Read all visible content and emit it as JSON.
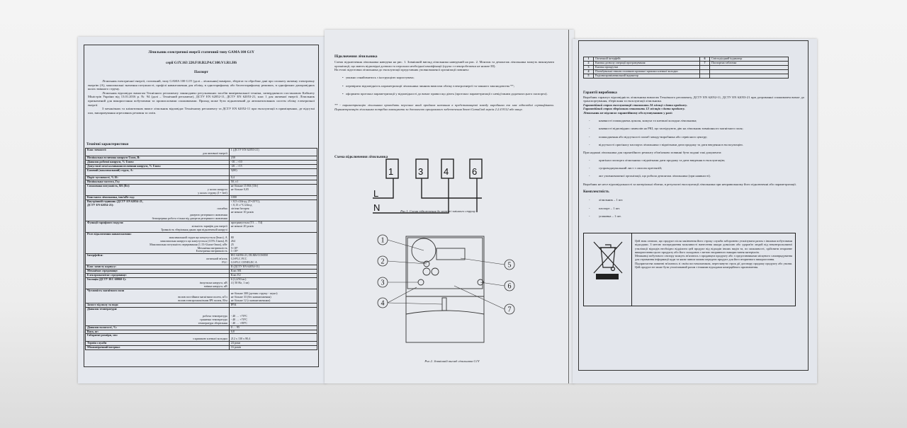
{
  "left_page": {
    "title": "Лічильник електричної енергії статичний  типу GAMA 100 G1Y",
    "series": "серії G1Y.163 220.F18.B2.P4.C100.V1.R1.H6",
    "heading": "Паспорт",
    "intro": [
      "Лічильник електричної енергії, статичний, типу GAMA 100 G1Y (далі – лічильник) вимірює, зберігає та обробляє дані про спожиту активну електричну енергію (A), максимальні значення потужності, профілі навантаження для обліку, в однотарифному або багатотарифному режимах, в однофазних двопровідних колах змінного струму.",
      "Лічильник відповідає вимогам Технічного регламенту законодавчо регульованих засобів вимірювальної техніки, затвердженого постановою Кабінету Міністрів України від 13.01.2016 р. № 94 (далі – Технічний регламент), ДСТУ EN 62052-11, ДСТУ EN 62053-21, клас 1 для активної енергії. Лічильник призначений для використання побутовими та промисловими споживачами. Прилад може бути підключений до автоматизованих систем обліку електричної енергії.",
      "З механічних та кліматичних вимог лічильник відповідає Технічному регламенту та ДСТУ EN 62052-11 при експлуатації в приміщеннях, де відсутні пил, випаровування агресивних речовин та газів."
    ],
    "specs_heading": "Технічні характеристики",
    "specs": [
      {
        "label": "Клас точності:",
        "sub": "для активної енергії",
        "value": "1 (ДСТУ EN 62053-21)"
      },
      {
        "label": "Номінальна величина напруги Uном, В:",
        "sub": "",
        "value": "230"
      },
      {
        "label": "Діапазон робочої напруги, % Uном:",
        "sub": "",
        "value": "-10…+10"
      },
      {
        "label": "Допустимі межі коливання величини напруги, % Uном:",
        "sub": "",
        "value": "-20…+15"
      },
      {
        "label": "Базовий (максимальний) струм, А:",
        "sub": "\n",
        "value": "5(80)"
      },
      {
        "label": "Поріг чутливості, % Iб:",
        "sub": "",
        "value": "0,4"
      },
      {
        "label": "Номінальна частота, Гц:",
        "sub": "",
        "value": "50, ±1"
      },
      {
        "label": "Споживана потужність, ВА (Вт):",
        "sub": "у колах напруги\nу колах струму (I = Iref)",
        "value": "не більше 15 ВА (10т)\nне більше 0,05"
      },
      {
        "label": "Константа лічильника, імп/кВт год:",
        "sub": "",
        "value": "1000"
      },
      {
        "label": "Внутрішній годинник (ДСТУ EN 62054-21,\nДСТУ EN 62054-21):",
        "sub": "похибка\n\nджерело резервного живлення\nбезперервна робота тільки від джерела резервного живлення",
        "value": "< 0,5 с/24год, (Т=23°С),\n< 0,15 с/°С/24год\nлітієва батарея\nне менше 10 років"
      },
      {
        "label": "Функції тарифного модуля:",
        "sub": "кількість тарифів для енергії\nТривалість зберігання даних при відключеній напрузі",
        "value": "програмується (Т1 … Т4)\nне менше 20 років"
      },
      {
        "label": "Реле відключення навантаження:",
        "sub": "максимальний струм що комутується (Imax), А\nмаксимальна напруга що комутується (115% Uном), В\nМаксимальна потужність переривання (1.15×Uном×Imax), кВт\nМеханічна витривалість\nЕлектрична витривалість",
        "value": "\n80\n264\n25\n5×10⁵\n1×10⁴"
      },
      {
        "label": "Інтерфейси:",
        "sub": "оптичний зв'язок\nPLC",
        "value": "IEC 62056-21, DLMS/COSEM\nG3-PLC FCC\nG3-PLC CENELEC A"
      },
      {
        "label": "Клас захисту корпусу:",
        "sub": "",
        "value": "II (ДСТУ EN 62052-11)"
      },
      {
        "label": "Механічне середовище:",
        "sub": "",
        "value": "Клас М1"
      },
      {
        "label": "Електромагнітне середовище:",
        "sub": "",
        "value": "Клас Е2"
      },
      {
        "label": "Ізоляція (ДСТУ IEC 60060-1):",
        "sub": "імпульсна напруга, кВ\nзмінна напруга, кВ",
        "value": "6 (1,2/50 мс)\n4 ( 50 Hz, 1 хв)"
      },
      {
        "label": "Чутливість магнітного поля",
        "sub": "\nвплив постійним магнітним полем, мТл\nвплив електромагнітним ВЧ полем, В/м",
        "value": "\nне більше 300 (датчик струму - шунт)\nне більше 33 (без навантаження)\nне більше 12  (з навантаженням)"
      },
      {
        "label": "Захист від пилу та води",
        "sub": "",
        "value": "IP54"
      },
      {
        "label": "Діапазон температури:",
        "sub": "\nробоча температура\nгранична температура\nтемпература зберігання",
        "value": "\n\n- 40 … +70°С\n- 40 … +70°С\n- 40 … +80°С"
      },
      {
        "label": "Діапазон вологості, %:",
        "sub": "",
        "value": "0 … 95"
      },
      {
        "label": "Вага, кг:",
        "sub": "",
        "value": "0,8"
      },
      {
        "label": "Габаритні розміри, мм:",
        "sub": "з кришкою клемної колодки",
        "value": "\n212 х 130 х 80,4"
      },
      {
        "label": "Термін служби",
        "sub": "",
        "value": "24 роки"
      },
      {
        "label": "Міжповірочний інтервал",
        "sub": "",
        "value": "16 років"
      }
    ]
  },
  "middle_page": {
    "heading": "Підключення лічильника",
    "para1": "Схема підключення лічильника наведена на рис. 1. Зовнішній вигляд лічильника наведений на рис. 2. Монтаж та демонтаж лічильника можуть виконувати організації, що мають відповідні дозволи та персонал необхідної кваліфікації (група з електробезпеки не нижче III).",
    "para2": "На етапі підготовки лічильника до експлуатації представник уповноваженої організації повинен:",
    "bullets": [
      "уважно ознайомитись з інструкцією користувача;",
      "перевірити відповідність параметризації лічильника чинним вимогам обліку електроенергії та чинного законодавства **;",
      "оформити протокол параметризації у відповідності до вимог правил що діють (протокол параметризації є невід'ємним додатком цього паспорта)."
    ],
    "footnote": "** - параметризацію лічильника проводить  персонал який пройшов навчання в представництві заводу виробника   та має відповідні сертифікати. Параметризацію лічильника потрібно виконувати за допомогою програмного забезпечення Smart GamaLink версія 2.2.4.9112 або вище.",
    "scheme_heading": "Схема підключення лічильника",
    "terminals": [
      "1",
      "3",
      "4",
      "6"
    ],
    "line_labels": [
      "L",
      "N"
    ],
    "fig1_caption": "Рис.1. Схема підключення до мережі змінного струму",
    "callouts": [
      "1",
      "2",
      "3",
      "4",
      "5",
      "6",
      "7"
    ],
    "fig2_caption": "Рис.2. Зовнішній вигляд лічильника G1Y"
  },
  "right_page": {
    "parts": [
      [
        "1",
        "Оптичний інтерфейс",
        "6",
        "Світлодіодний індикатор"
      ],
      [
        "2",
        "Кнопка дозволу операції програмування",
        "7",
        "Паспортна табличка"
      ],
      [
        "3",
        "Кнопка прокрутки",
        "",
        ""
      ],
      [
        "4",
        "Пломбувальні гвинти головною кришки і кришки клемної колодки",
        "",
        ""
      ],
      [
        "5",
        "Радіовипромінювальний індикатор",
        "",
        ""
      ]
    ],
    "warranty_heading": "Гарантії виробника",
    "warranty_text": "Виробник гарантує відповідність лічильника вимогам Технічного регламенту, ДСТУ EN 62052-11, ДСТУ EN 62053-21 при дотриманні споживачем вимог до транспортування, зберігання та експлуатації лічильника.",
    "warranty_operation": "Гарантійний строк експлуатації становить 24 місяці з дати продажу.",
    "warranty_storage": "Гарантійний строк зберігання становить 12 місяців з дати продажу.",
    "not_covered_heading": "Лічильник не підлягає гарантійному обслуговуванню у разі:",
    "not_covered": [
      "наявності пошкоджень цоколя, кожуха та клемної колодки лічильника;",
      "наявності відповідних символів на РКІ, що засвідчують дію на лічильник зовнішнього магнітного поля;",
      "пошкодження або відсутності пломб заводу-виробника або сервісного центру;",
      "відсутності оригіналу паспорта лічильника з відмітками дати продажу та дати введення в експлуатацію."
    ],
    "repair_text": "При наданні лічильника для гарантійного ремонту обов'язково повинні бути подані такі документи:",
    "repair_docs": [
      "оригінал паспорта лічильника з відмітками дати продажу та дати введення в експлуатацію;",
      "супроводжувальний лист з описом претензій;",
      "акт уповноваженої організації, що робила демонтаж лічильника (при наявності)."
    ],
    "liability_text": "Виробник не несе відповідальності за матеріальні збитки, в результаті експлуатації лічильника при неправильному його підключенні або параметризації.",
    "kit_heading": "Комплектність",
    "kit": [
      "лічильник – 1 шт.",
      "паспорт – 1 шт.",
      "упаковка – 1 шт."
    ],
    "weee_text": [
      "Цей знак означає, що продукт після закінчення його строку служби заборонено утилізувати разом з іншими побутовими відходами. З метою попередження можливості нанесення шкоди довкіллю або здоров'ю людей від неконтрольованої утилізації відходів необхідно відділити цей продукт від відходів інших видів та, по можливості, здійснити вторинне використання цього продукту або його складових з метою вторинного використання матеріалів.",
      "Мешканці побутового сектору можуть зв'язатись з продавцем продукту або з представниками місцевого самоврядування для отримання інформації куди та яким чином можна передати продукт для його вторинного використання.",
      "Підприємства повинні зв'язатись зі своїм постачальником, переглянути строк дії договору продажу продукту або умови. Цей продукт не може бути утилізований разом з іншими відходами комерційного призначення."
    ]
  }
}
